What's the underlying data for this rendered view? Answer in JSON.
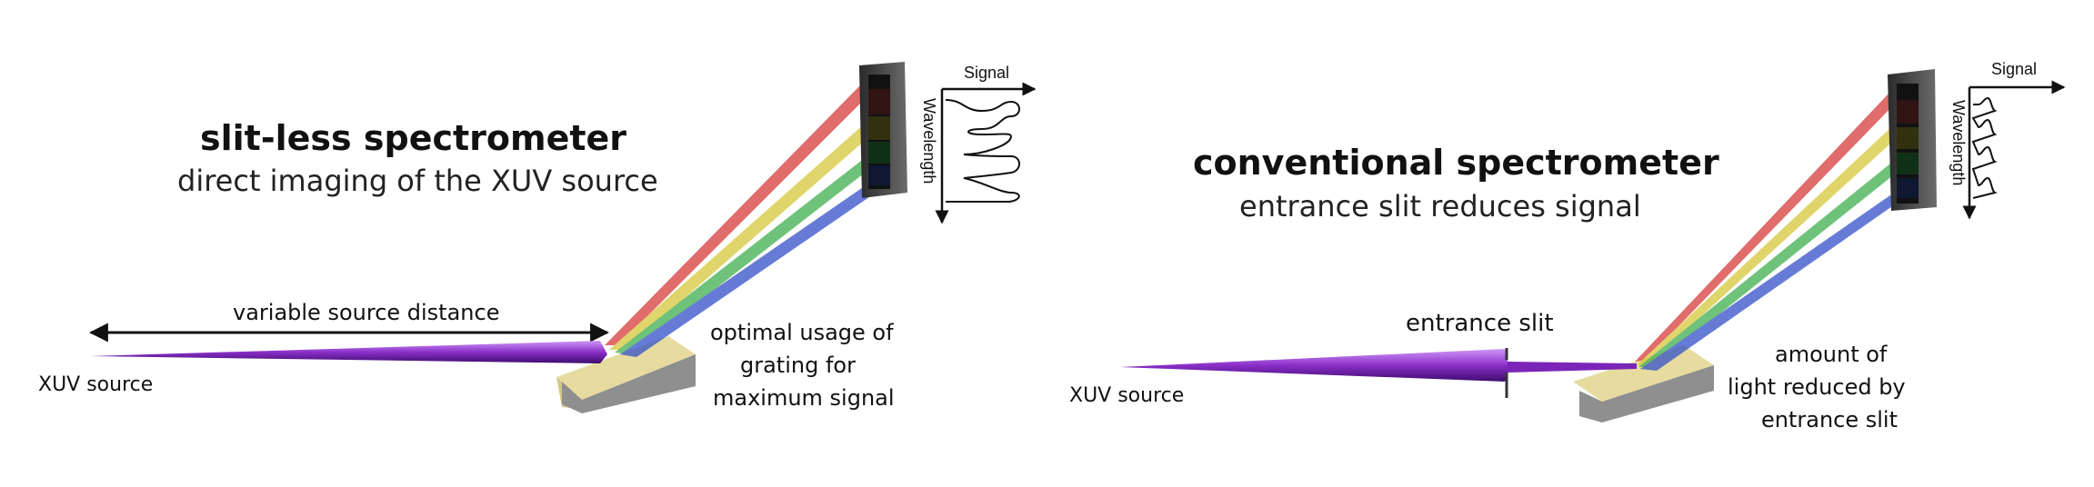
{
  "left_panel": {
    "title": "slit-less spectrometer",
    "subtitle": "direct imaging of the XUV source",
    "distance_label": "variable source distance",
    "source_label": "XUV source",
    "grating_note": [
      "optimal usage of",
      "grating for",
      "maximum signal"
    ],
    "signal_axis_label": "Signal",
    "wavelength_axis_label": "Wavelength"
  },
  "right_panel": {
    "title": "conventional spectrometer",
    "subtitle": "entrance slit reduces signal",
    "slit_label": "entrance slit",
    "source_label": "XUV source",
    "grating_note": [
      "amount of",
      "light reduced by",
      "entrance slit"
    ],
    "signal_axis_label": "Signal",
    "wavelength_axis_label": "Wavelength"
  },
  "colors": {
    "beam": "#8a2fc9",
    "beam_dark": "#4a0f80",
    "grating_top": "#e7dca0",
    "grating_side": "#8f8f8f",
    "detector": "#4d4d4d",
    "spectrum": [
      "#d73b3b",
      "#d6c83a",
      "#3fae4e",
      "#3350c8"
    ]
  }
}
